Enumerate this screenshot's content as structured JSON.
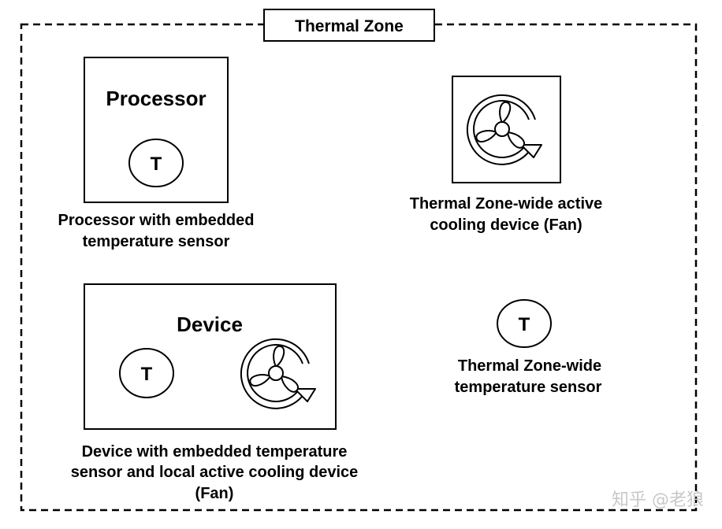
{
  "zone": {
    "title": "Thermal Zone"
  },
  "processor": {
    "title": "Processor",
    "sensor_symbol": "T",
    "caption_line1": "Processor with embedded",
    "caption_line2": "temperature sensor"
  },
  "zone_fan": {
    "caption_line1": "Thermal Zone-wide active",
    "caption_line2": "cooling device (Fan)"
  },
  "device": {
    "title": "Device",
    "sensor_symbol": "T",
    "caption_line1": "Device with embedded temperature",
    "caption_line2": "sensor and local active cooling device",
    "caption_line3": "(Fan)"
  },
  "zone_sensor": {
    "sensor_symbol": "T",
    "caption_line1": "Thermal Zone-wide",
    "caption_line2": "temperature sensor"
  },
  "watermark": "知乎 @老狼",
  "colors": {
    "stroke": "#000000",
    "watermark": "#c8c8c8"
  },
  "icons": {
    "fan": "fan-icon",
    "sensor": "temperature-sensor-icon"
  }
}
